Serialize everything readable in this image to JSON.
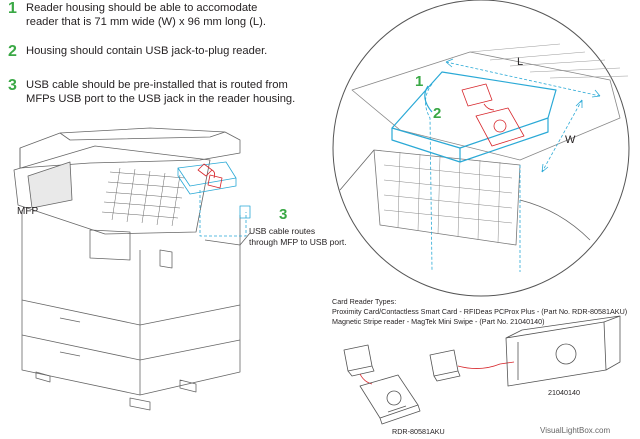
{
  "requirements": [
    {
      "number": "1",
      "text": "Reader housing should be able to accomodate\nreader that is 71 mm wide (W) x 96 mm long (L)."
    },
    {
      "number": "2",
      "text": "Housing should contain USB jack-to-plug reader."
    },
    {
      "number": "3",
      "text": "USB cable should be pre-installed that is routed from\nMFPs USB port to the USB jack in the reader housing."
    }
  ],
  "labels": {
    "mfp": "MFP",
    "cable_route_number": "3",
    "cable_route_text": "USB cable routes\nthrough MFP to USB port.",
    "callout_1": "1",
    "callout_2": "2",
    "dim_length": "L",
    "dim_width": "W"
  },
  "card_readers": {
    "title": "Card Reader Types:",
    "lines": [
      "Proximity Card/Contactless Smart Card - RFIDeas PCProx Plus - (Part No. RDR-80581AKU)",
      "Magnetic Stripe reader - MagTek Mini Swipe - (Part No. 21040140)"
    ],
    "part_prox": "RDR-80581AKU",
    "part_swipe": "21040140"
  },
  "watermark": "VisualLightBox.com",
  "colors": {
    "green": "#3aa845",
    "cyan": "#2aa9d6",
    "red": "#d7262b",
    "line": "#555555"
  }
}
